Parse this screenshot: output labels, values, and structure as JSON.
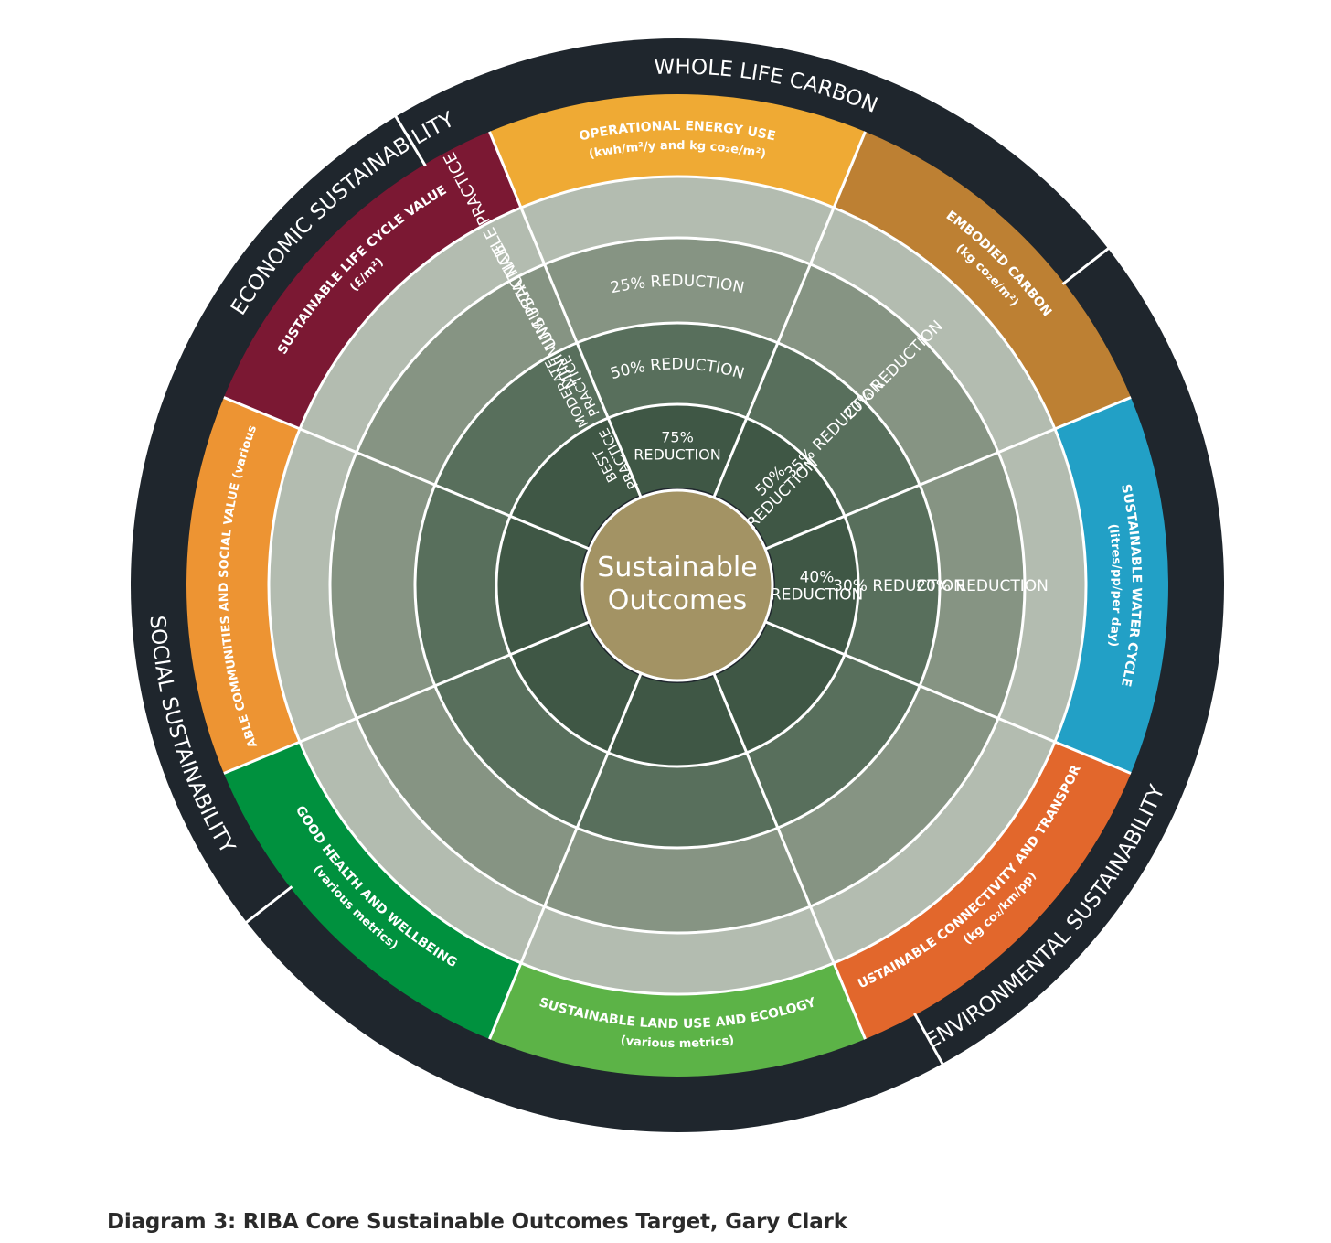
{
  "center": {
    "lines": [
      "Sustainable",
      "Outcomes"
    ]
  },
  "outer_ring": [
    {
      "label": "WHOLE LIFE CARBON"
    },
    {
      "label": "ENVIRONMENTAL SUSTAINABILITY"
    },
    {
      "label": "SOCIAL SUSTAINABILITY"
    },
    {
      "label": "ECONOMIC SUSTAINABILITY"
    }
  ],
  "outcomes": [
    {
      "title": "OPERATIONAL ENERGY USE",
      "subtitle": "(kwh/m²/y and kg co₂e/m²)",
      "color": "#efaa34"
    },
    {
      "title": "EMBODIED CARBON",
      "subtitle": "(kg co₂e/m²)",
      "color": "#bd8033"
    },
    {
      "title": "SUSTAINABLE WATER CYCLE",
      "subtitle": "(litres/pp/per day)",
      "color": "#22a0c6"
    },
    {
      "title": "SUSTAINABLE CONNECTIVITY AND TRANSPORT",
      "subtitle": "(kg co₂/km/pp)",
      "color": "#e2672c"
    },
    {
      "title": "SUSTAINABLE LAND USE AND ECOLOGY",
      "subtitle": "(various metrics)",
      "color": "#5cb347"
    },
    {
      "title": "GOOD HEALTH AND WELLBEING",
      "subtitle": "(various metrics)",
      "color": "#00913e"
    },
    {
      "title": "SUSTAINABLE COMMUNITIES AND SOCIAL VALUE (various metrics)",
      "subtitle": "",
      "color": "#ed9433"
    },
    {
      "title": "SUSTAINABLE LIFE CYCLE VALUE",
      "subtitle": "(£/m²)",
      "color": "#7b1833"
    }
  ],
  "practice_levels": [
    "UNSUSTAINABLE PRACTICE",
    "MINIMUM PRACTICE",
    "MODERATE PRACTICE",
    "BEST PRACTICE"
  ],
  "energy_targets": [
    "25% REDUCTION",
    "50% REDUCTION",
    "75% REDUCTION"
  ],
  "embodied_targets": [
    "20% REDUCTION",
    "35% REDUCTION",
    "50% REDUCTION"
  ],
  "water_targets": [
    "20% REDUCTION",
    "30% REDUCTION",
    "40% REDUCTION"
  ],
  "ring_colors": [
    "#b3bcb0",
    "#869483",
    "#586f5c",
    "#3f5745"
  ],
  "colors": {
    "dark_band": "#1f262d",
    "center": "#a39364",
    "divider": "#ffffff"
  },
  "caption": "Diagram 3: RIBA Core Sustainable Outcomes Target, Gary Clark"
}
